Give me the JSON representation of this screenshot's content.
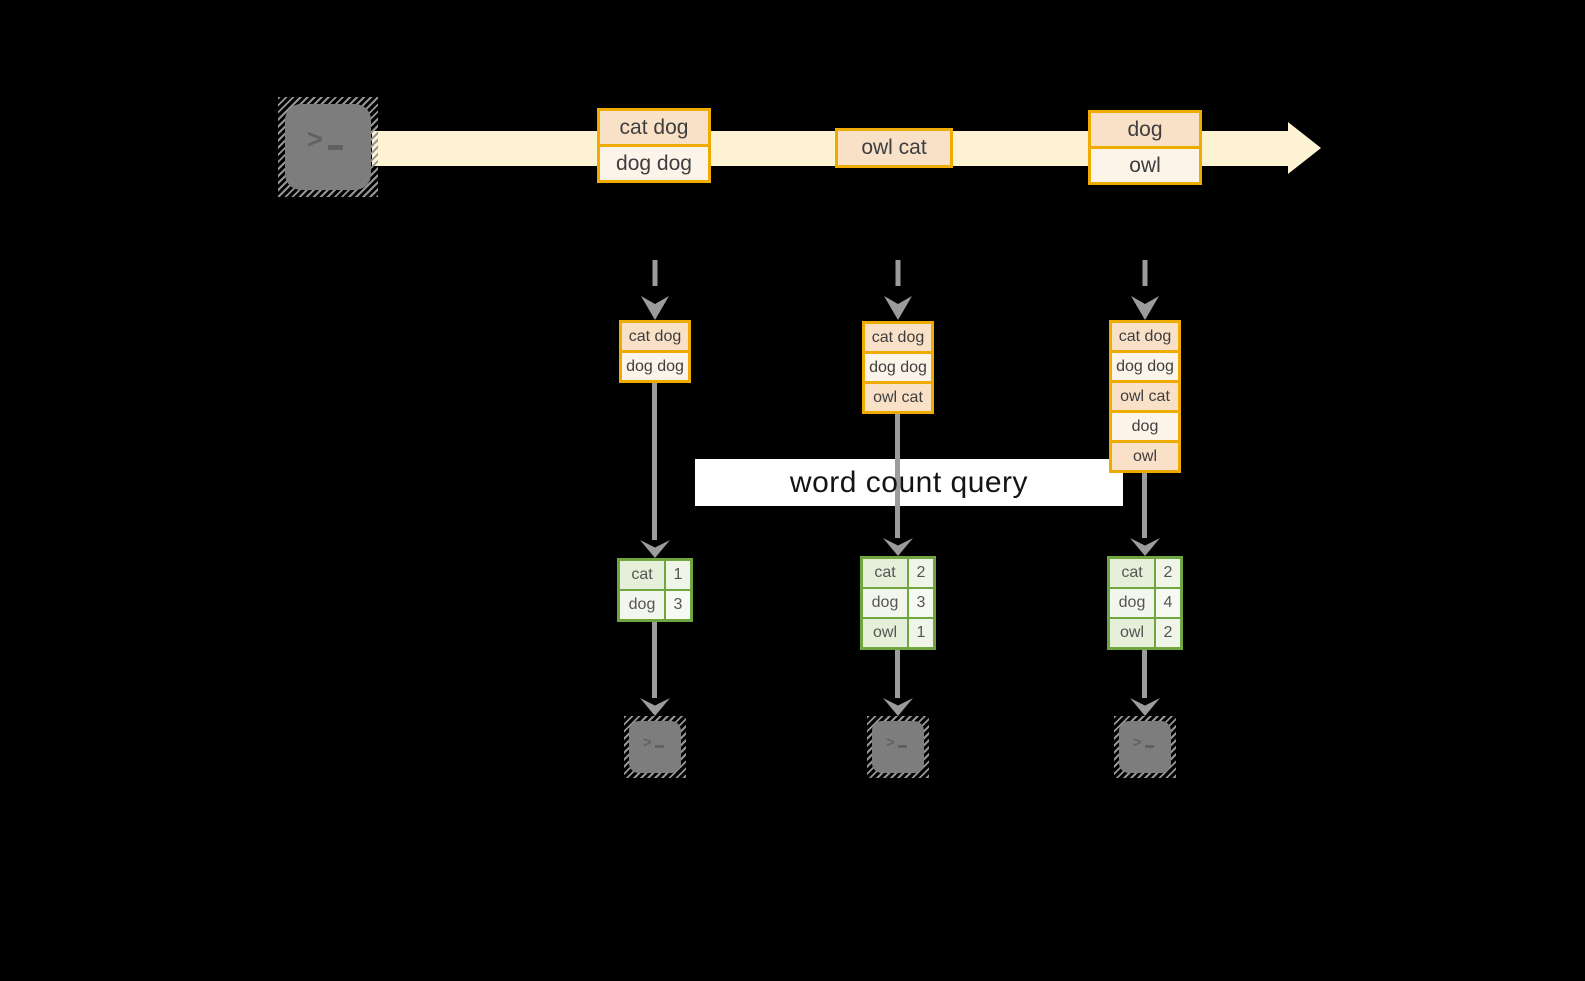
{
  "colors": {
    "background": "#000000",
    "accent_orange": "#f0ab00",
    "peach_fill": "#f9e1c8",
    "cream_fill": "#fdf4e9",
    "stream_band": "#fdf2d2",
    "green_border": "#70a63f",
    "green_fill": "#e6efda",
    "arrow_gray": "#9c9c9c",
    "query_band": "#ffffff"
  },
  "query": {
    "label": "word count query"
  },
  "timeline": {
    "batches": [
      {
        "lines": [
          "cat dog",
          "dog dog"
        ]
      },
      {
        "lines": [
          "owl cat"
        ]
      },
      {
        "lines": [
          "dog",
          "owl"
        ]
      }
    ]
  },
  "columns": [
    {
      "input_lines": [
        "cat dog",
        "dog dog"
      ],
      "counts": [
        [
          "cat",
          "1"
        ],
        [
          "dog",
          "3"
        ]
      ]
    },
    {
      "input_lines": [
        "cat dog",
        "dog dog",
        "owl cat"
      ],
      "counts": [
        [
          "cat",
          "2"
        ],
        [
          "dog",
          "3"
        ],
        [
          "owl",
          "1"
        ]
      ]
    },
    {
      "input_lines": [
        "cat dog",
        "dog dog",
        "owl cat",
        "dog",
        "owl"
      ],
      "counts": [
        [
          "cat",
          "2"
        ],
        [
          "dog",
          "4"
        ],
        [
          "owl",
          "2"
        ]
      ]
    }
  ],
  "icons": {
    "source": "terminal-icon",
    "sinks": [
      "terminal-icon",
      "terminal-icon",
      "terminal-icon"
    ]
  }
}
